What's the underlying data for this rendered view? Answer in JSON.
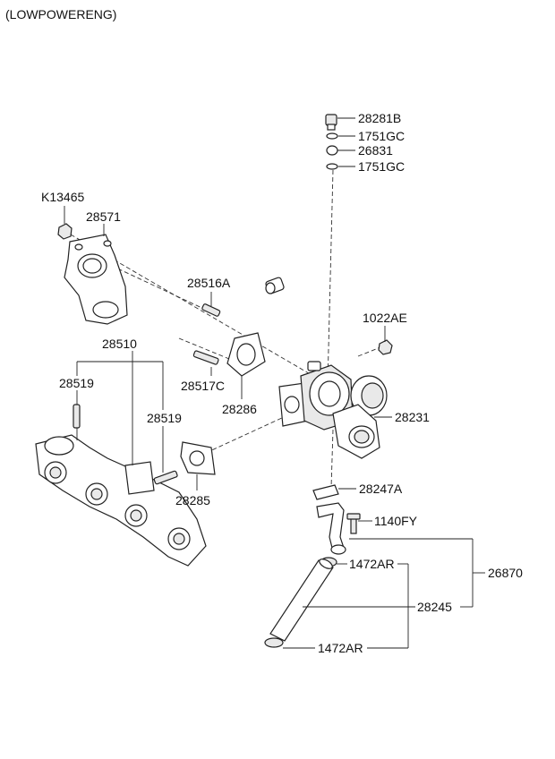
{
  "header": {
    "variant": "(LOWPOWERENG)"
  },
  "labels": {
    "p28281B": "28281B",
    "p1751GC_a": "1751GC",
    "p26831": "26831",
    "p1751GC_b": "1751GC",
    "pK13465": "K13465",
    "p28571": "28571",
    "p28516A": "28516A",
    "p1022AE": "1022AE",
    "p28510": "28510",
    "p28519_a": "28519",
    "p28517C": "28517C",
    "p28519_b": "28519",
    "p28286": "28286",
    "p28231": "28231",
    "p28285": "28285",
    "p28247A": "28247A",
    "p1140FY": "1140FY",
    "p1472AR_a": "1472AR",
    "p26870": "26870",
    "p28245": "28245",
    "p1472AR_b": "1472AR"
  }
}
